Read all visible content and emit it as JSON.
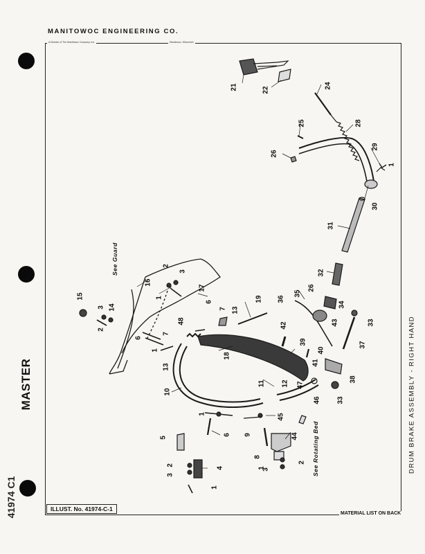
{
  "company": {
    "name": "MANITOWOC ENGINEERING CO.",
    "division": "A Division of The Manitowoc Company, Inc.",
    "location": "Manitowoc, Wisconsin"
  },
  "stamps": {
    "master": "MASTER",
    "side_number": "41974 C1"
  },
  "title_block": {
    "title": "DRUM BRAKE ASSEMBLY - RIGHT HAND",
    "illust_no": "ILLUST. No. 41974-C-1",
    "material_note": "MATERIAL LIST ON BACK"
  },
  "notes": {
    "see_guard": "See Guard",
    "see_rotating_bed": "See Rotating Bed"
  },
  "part_labels": [
    {
      "text": "21"
    },
    {
      "text": "22"
    },
    {
      "text": "24"
    },
    {
      "text": "25"
    },
    {
      "text": "26"
    },
    {
      "text": "28"
    },
    {
      "text": "29"
    },
    {
      "text": "1"
    },
    {
      "text": "30"
    },
    {
      "text": "31"
    },
    {
      "text": "32"
    },
    {
      "text": "2"
    },
    {
      "text": "3"
    },
    {
      "text": "16"
    },
    {
      "text": "17"
    },
    {
      "text": "1"
    },
    {
      "text": "6"
    },
    {
      "text": "15"
    },
    {
      "text": "3"
    },
    {
      "text": "14"
    },
    {
      "text": "2"
    },
    {
      "text": "7"
    },
    {
      "text": "13"
    },
    {
      "text": "19"
    },
    {
      "text": "36"
    },
    {
      "text": "35"
    },
    {
      "text": "26"
    },
    {
      "text": "34"
    },
    {
      "text": "33"
    },
    {
      "text": "48"
    },
    {
      "text": "6"
    },
    {
      "text": "7"
    },
    {
      "text": "1"
    },
    {
      "text": "42"
    },
    {
      "text": "43"
    },
    {
      "text": "37"
    },
    {
      "text": "39"
    },
    {
      "text": "40"
    },
    {
      "text": "13"
    },
    {
      "text": "18"
    },
    {
      "text": "41"
    },
    {
      "text": "38"
    },
    {
      "text": "11"
    },
    {
      "text": "12"
    },
    {
      "text": "47"
    },
    {
      "text": "46"
    },
    {
      "text": "33"
    },
    {
      "text": "10"
    },
    {
      "text": "1"
    },
    {
      "text": "45"
    },
    {
      "text": "5"
    },
    {
      "text": "6"
    },
    {
      "text": "9"
    },
    {
      "text": "44"
    },
    {
      "text": "8"
    },
    {
      "text": "1"
    },
    {
      "text": "2"
    },
    {
      "text": "3"
    },
    {
      "text": "2"
    },
    {
      "text": "3"
    },
    {
      "text": "4"
    },
    {
      "text": "1"
    }
  ]
}
